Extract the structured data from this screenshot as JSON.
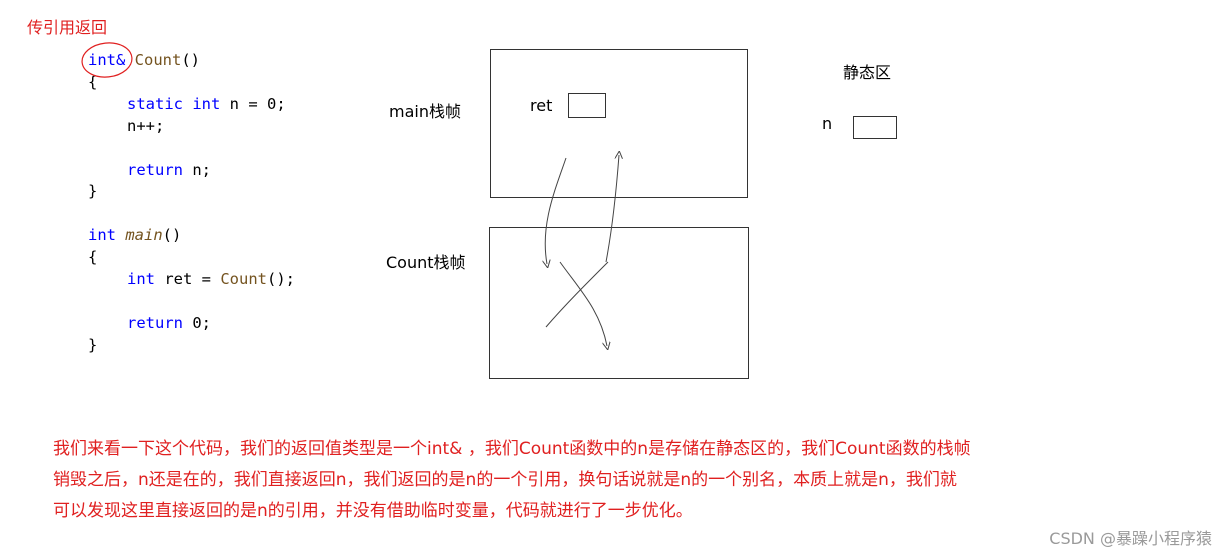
{
  "title": "传引用返回",
  "code": {
    "lines": [
      {
        "indent": 0,
        "tokens": [
          {
            "t": "int&",
            "c": "kw"
          },
          {
            "t": " "
          },
          {
            "t": "Count",
            "c": "fn"
          },
          {
            "t": "()"
          }
        ]
      },
      {
        "indent": 0,
        "tokens": [
          {
            "t": "{"
          }
        ]
      },
      {
        "indent": 1,
        "tokens": [
          {
            "t": "static",
            "c": "kw"
          },
          {
            "t": " "
          },
          {
            "t": "int",
            "c": "kw"
          },
          {
            "t": " n = 0;"
          }
        ]
      },
      {
        "indent": 1,
        "tokens": [
          {
            "t": "n++;"
          }
        ]
      },
      {
        "indent": 0,
        "tokens": []
      },
      {
        "indent": 1,
        "tokens": [
          {
            "t": "return",
            "c": "kw"
          },
          {
            "t": " n;"
          }
        ]
      },
      {
        "indent": 0,
        "tokens": [
          {
            "t": "}"
          }
        ]
      },
      {
        "indent": 0,
        "tokens": []
      },
      {
        "indent": 0,
        "tokens": [
          {
            "t": "int",
            "c": "kw"
          },
          {
            "t": " "
          },
          {
            "t": "main",
            "c": "fn it"
          },
          {
            "t": "()"
          }
        ]
      },
      {
        "indent": 0,
        "tokens": [
          {
            "t": "{"
          }
        ]
      },
      {
        "indent": 1,
        "tokens": [
          {
            "t": "int",
            "c": "kw"
          },
          {
            "t": " ret = "
          },
          {
            "t": "Count",
            "c": "fn"
          },
          {
            "t": "();"
          }
        ]
      },
      {
        "indent": 0,
        "tokens": []
      },
      {
        "indent": 1,
        "tokens": [
          {
            "t": "return",
            "c": "kw"
          },
          {
            "t": " 0;"
          }
        ]
      },
      {
        "indent": 0,
        "tokens": [
          {
            "t": "}"
          }
        ]
      }
    ]
  },
  "diagram": {
    "main_frame_label": "main栈帧",
    "count_frame_label": "Count栈帧",
    "ret_label": "ret",
    "static_area_label": "静态区",
    "n_label": "n"
  },
  "paragraph": [
    "我们来看一下这个代码，我们的返回值类型是一个int& ，我们Count函数中的n是存储在静态区的，我们Count函数的栈帧",
    "销毁之后，n还是在的，我们直接返回n，我们返回的是n的一个引用，换句话说就是n的一个别名，本质上就是n，我们就",
    "可以发现这里直接返回的是n的引用，并没有借助临时变量，代码就进行了一步优化。"
  ],
  "watermark": "CSDN @暴躁小程序猿",
  "colors": {
    "keyword": "#0000ff",
    "function": "#74531f",
    "annotation": "#e02020"
  }
}
